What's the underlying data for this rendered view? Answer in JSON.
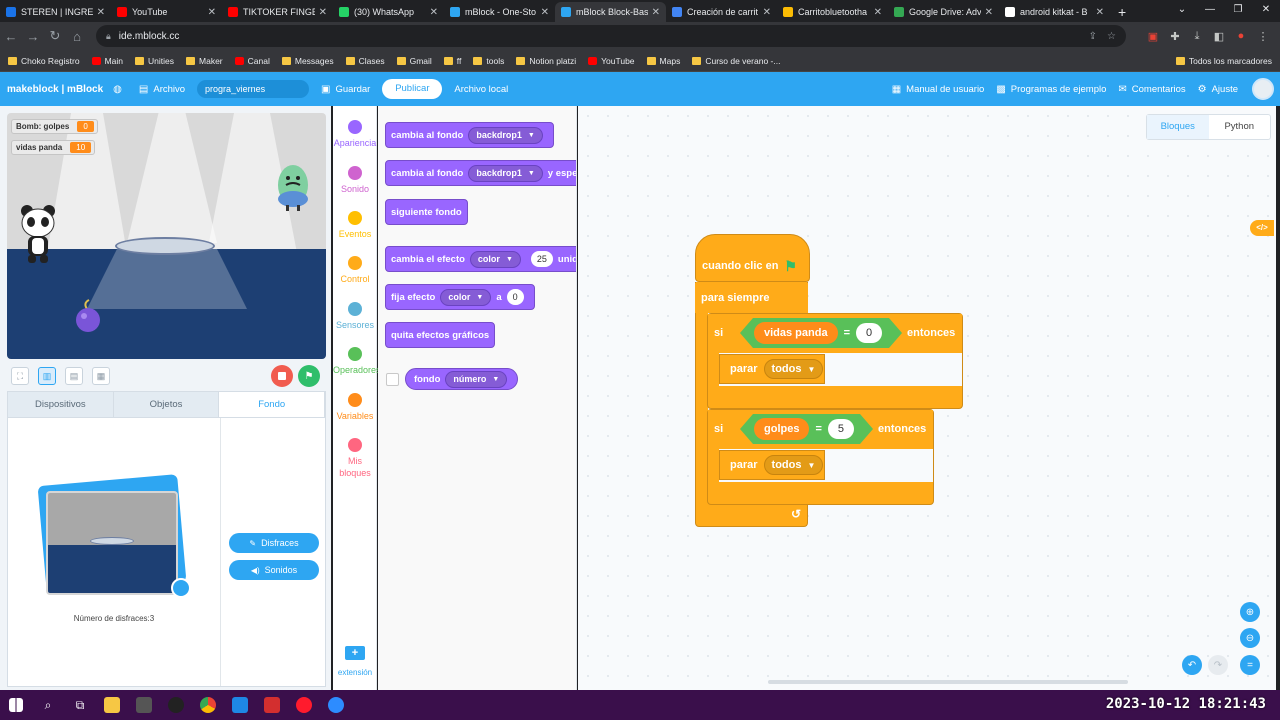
{
  "browser": {
    "tabs": [
      {
        "label": "STEREN | INGRESA",
        "color": "#1a73e8"
      },
      {
        "label": "YouTube",
        "color": "#ff0000"
      },
      {
        "label": "TIKTOKER FINGE",
        "color": "#ff0000"
      },
      {
        "label": "(30) WhatsApp",
        "color": "#25d366"
      },
      {
        "label": "mBlock - One-Sto",
        "color": "#2ea6f2"
      },
      {
        "label": "mBlock Block-Bas",
        "color": "#2ea6f2"
      },
      {
        "label": "Creación de carrit",
        "color": "#4285f4"
      },
      {
        "label": "Carritobluetootha",
        "color": "#fbbc04"
      },
      {
        "label": "Google Drive: Adv",
        "color": "#34a853"
      },
      {
        "label": "android kitkat - B",
        "color": "#ffffff"
      }
    ],
    "active_tab": 5,
    "url": "ide.mblock.cc",
    "bookmarks": [
      "Choko Registro",
      "Main",
      "Unities",
      "Maker",
      "Canal",
      "Messages",
      "Clases",
      "Gmail",
      "ff",
      "tools",
      "Notion platzi",
      "YouTube",
      "Maps",
      "Curso de verano -..."
    ],
    "all_bookmarks": "Todos los marcadores"
  },
  "header": {
    "logo": "makeblock | mBlock",
    "archivo": "Archivo",
    "project_name": "progra_viernes",
    "guardar": "Guardar",
    "publicar": "Publicar",
    "archivo_local": "Archivo local",
    "manual": "Manual de usuario",
    "programas": "Programas de ejemplo",
    "comentarios": "Comentarios",
    "ajuste": "Ajuste"
  },
  "stage": {
    "monitors": [
      {
        "label": "Bomb: golpes",
        "value": "0"
      },
      {
        "label": "vidas panda",
        "value": "10"
      }
    ]
  },
  "panel": {
    "tabs": [
      "Dispositivos",
      "Objetos",
      "Fondo"
    ],
    "active_tab": 2,
    "costume_count": "Número de disfraces:3",
    "disfraces": "Disfraces",
    "sonidos": "Sonidos"
  },
  "categories": [
    {
      "label": "Apariencia",
      "color": "#9966ff"
    },
    {
      "label": "Sonido",
      "color": "#cf63cf"
    },
    {
      "label": "Eventos",
      "color": "#ffbf00"
    },
    {
      "label": "Control",
      "color": "#ffab19"
    },
    {
      "label": "Sensores",
      "color": "#5cb1d6"
    },
    {
      "label": "Operadores",
      "color": "#59c059"
    },
    {
      "label": "Variables",
      "color": "#ff8c1a"
    },
    {
      "label": "Mis bloques",
      "color": "#ff6680"
    }
  ],
  "extension_label": "extensión",
  "palette": {
    "b1": {
      "text": "cambia al fondo",
      "dd": "backdrop1"
    },
    "b2": {
      "text": "cambia al fondo",
      "dd": "backdrop1",
      "tail": "y espera"
    },
    "b3": {
      "text": "siguiente fondo"
    },
    "b4": {
      "text": "cambia el efecto",
      "dd": "color",
      "num": "25",
      "tail": "unidades"
    },
    "b5": {
      "text": "fija efecto",
      "dd": "color",
      "mid": "a",
      "num": "0"
    },
    "b6": {
      "text": "quita efectos gráficos"
    },
    "b7": {
      "text": "fondo",
      "dd": "número"
    }
  },
  "script": {
    "hat": "cuando clic en",
    "forever": "para siempre",
    "if1": {
      "si": "si",
      "var": "vidas panda",
      "op": "=",
      "num": "0",
      "then": "entonces",
      "stop": "parar",
      "stop_dd": "todos"
    },
    "if2": {
      "si": "si",
      "var": "golpes",
      "op": "=",
      "num": "5",
      "then": "entonces",
      "stop": "parar",
      "stop_dd": "todos"
    }
  },
  "lang_toggle": {
    "bloques": "Bloques",
    "python": "Python"
  },
  "clock": "2023-10-12  18:21:43"
}
